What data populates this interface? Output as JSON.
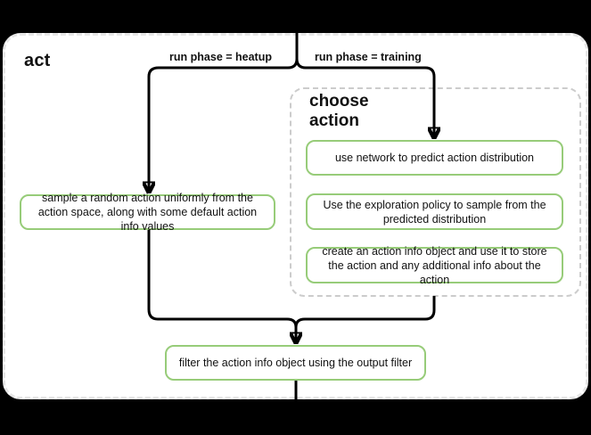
{
  "diagram": {
    "title": "act",
    "group_title": "choose action",
    "edge_labels": {
      "heatup": "run phase = heatup",
      "training": "run phase = training"
    },
    "nodes": {
      "sample_random": "sample a random action uniformly from the action space, along with some default action info values",
      "predict_distribution": "use network to predict action distribution",
      "exploration_sample": "Use the exploration policy to sample from the predicted distribution",
      "create_action_info": "create an action info object and use it to store the action and any additional info about the action",
      "filter_output": "filter the action info object using the output filter"
    }
  },
  "colors": {
    "background": "#000000",
    "surface": "#ffffff",
    "node_border": "#97cc79",
    "group_border": "#cccccc",
    "container_border": "#e6e6e6",
    "flow_line": "#000000",
    "text": "#111111"
  }
}
